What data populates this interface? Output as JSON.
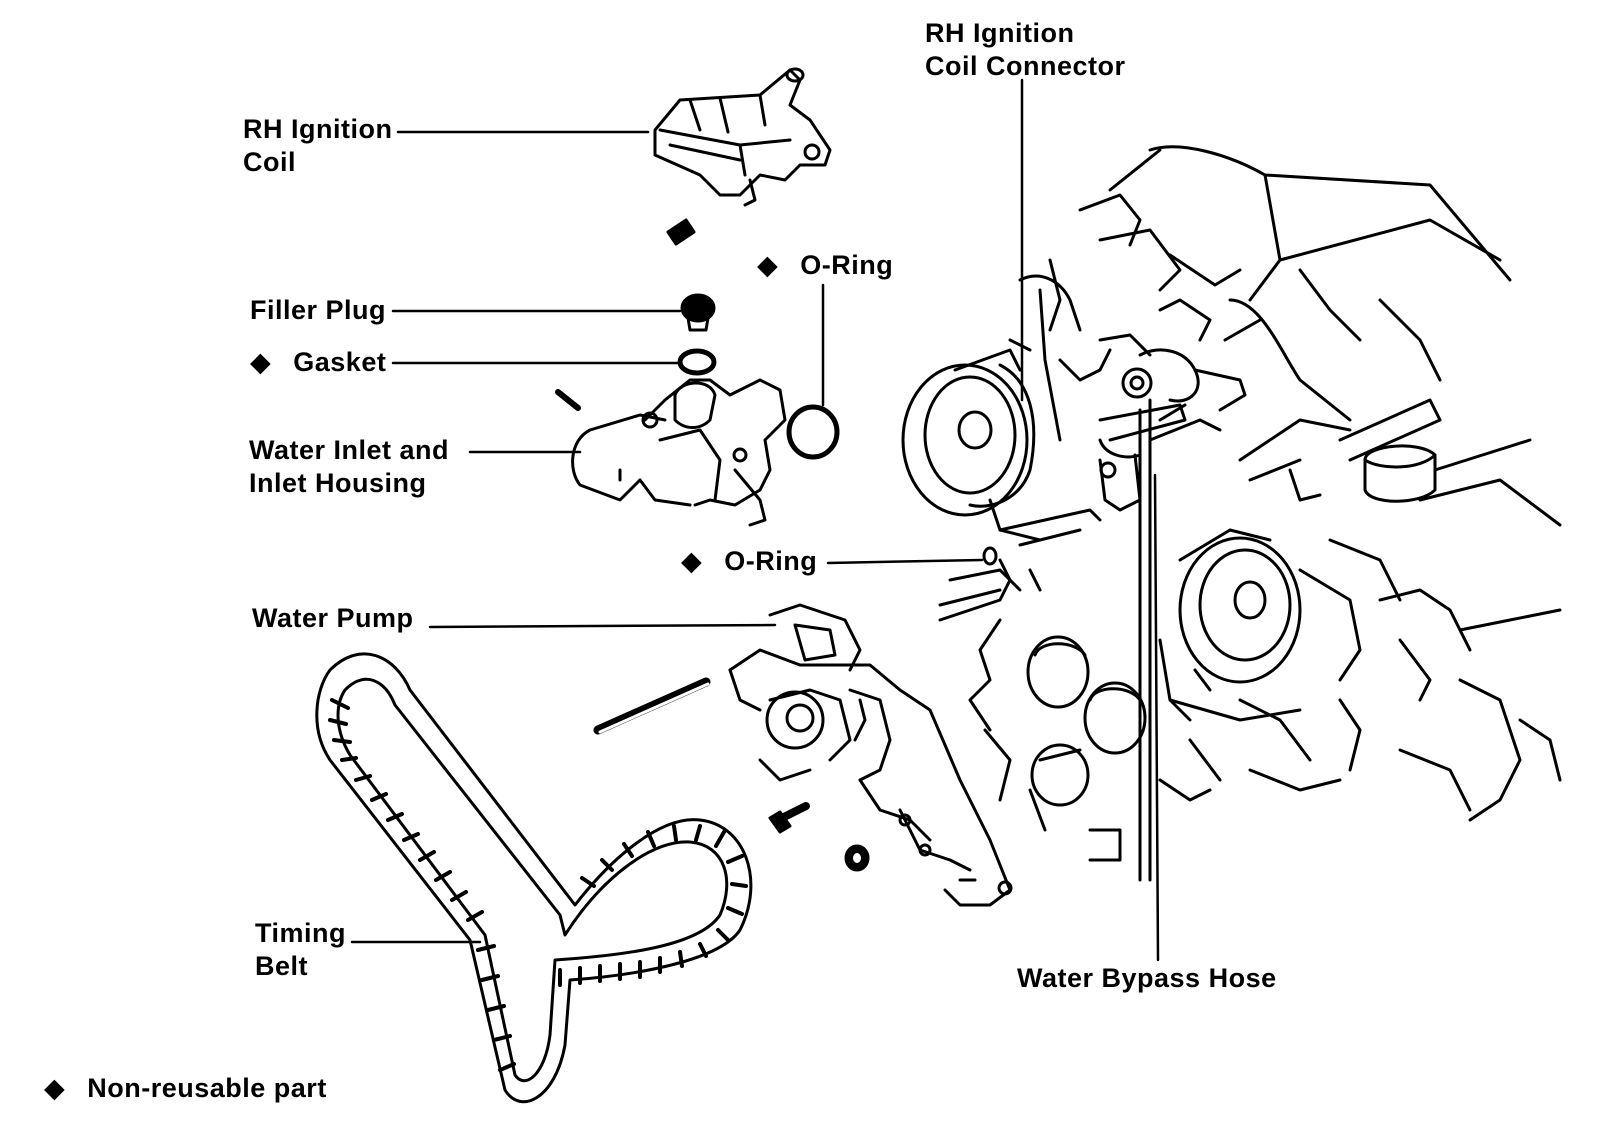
{
  "labels": {
    "rh_ignition_coil_line1": "RH Ignition",
    "rh_ignition_coil_line2": "Coil",
    "rh_coil_connector_line1": "RH Ignition",
    "rh_coil_connector_line2": "Coil Connector",
    "filler_plug": "Filler Plug",
    "gasket": "Gasket",
    "o_ring_top": "O-Ring",
    "water_inlet_line1": "Water Inlet and",
    "water_inlet_line2": "Inlet Housing",
    "o_ring_middle": "O-Ring",
    "water_pump": "Water Pump",
    "timing_belt_line1": "Timing",
    "timing_belt_line2": "Belt",
    "water_bypass_hose": "Water Bypass Hose"
  },
  "legend": {
    "symbol": "◆",
    "text": "Non-reusable part"
  },
  "colors": {
    "ink": "#000000",
    "paper": "#ffffff"
  }
}
